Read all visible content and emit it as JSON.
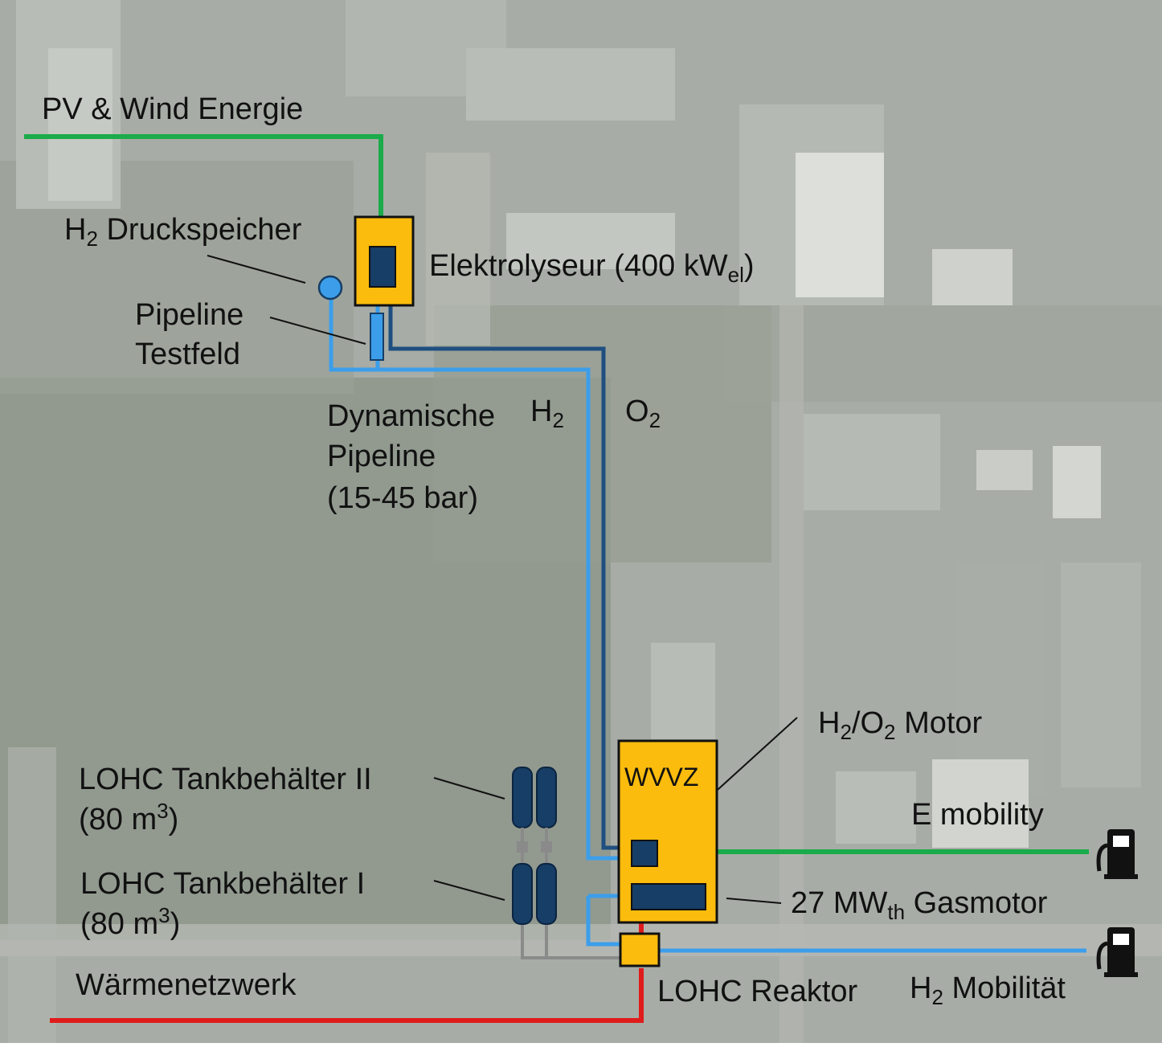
{
  "colors": {
    "electricity": "#1aab4a",
    "h2": "#3c9eea",
    "o2": "#1f4f80",
    "heat": "#e01b1b",
    "lohc": "#8a8a8a",
    "unit_fill": "#fcbc0d",
    "unit_inner": "#163e66",
    "background": "#a5aaa4"
  },
  "labels": {
    "pv_wind": "PV & Wind Energie",
    "h2_storage_sub": "2",
    "h2_storage_h": "H",
    "h2_storage_rest": " Druckspeicher",
    "electrolyzer_main": "Elektrolyseur (400 kW",
    "electrolyzer_sub": "el",
    "electrolyzer_end": ")",
    "pipeline_testfield_1": "Pipeline",
    "pipeline_testfield_2": "Testfeld",
    "dyn_pipeline_1": "Dynamische",
    "dyn_pipeline_2": "Pipeline",
    "dyn_pipeline_3": "(15-45 bar)",
    "h2_line_h": "H",
    "h2_line_sub": "2",
    "o2_line_o": "O",
    "o2_line_sub": "2",
    "motor_h": "H",
    "motor_sub1": "2",
    "motor_slash_o": "/O",
    "motor_sub2": "2",
    "motor_rest": " Motor",
    "wvvz": "WVVZ",
    "e_mobility": "E mobility",
    "lohc_tank2_1": "LOHC Tankbehälter II",
    "lohc_tank2_2a": "(80 m",
    "lohc_tank2_2sup": "3",
    "lohc_tank2_2b": ")",
    "lohc_tank1_1": "LOHC Tankbehälter I",
    "lohc_tank1_2a": "(80 m",
    "lohc_tank1_2sup": "3",
    "lohc_tank1_2b": ")",
    "gas_engine_a": "27 MW",
    "gas_engine_sub": "th",
    "gas_engine_b": " Gasmotor",
    "heat_network": "Wärmenetzwerk",
    "lohc_reactor": "LOHC Reaktor",
    "h2_mobility_h": "H",
    "h2_mobility_sub": "2",
    "h2_mobility_rest": " Mobilität"
  },
  "icons": {
    "fuel_pump_top": "fuel-pump-icon",
    "fuel_pump_bottom": "fuel-pump-icon"
  }
}
